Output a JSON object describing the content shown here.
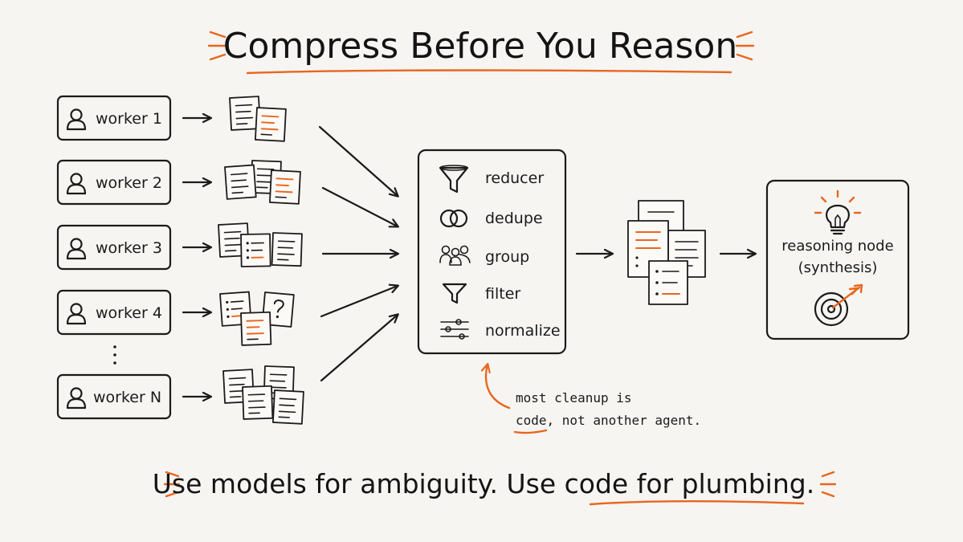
{
  "title": "Compress Before You Reason",
  "workers": [
    {
      "label": "worker 1"
    },
    {
      "label": "worker 2"
    },
    {
      "label": "worker 3"
    },
    {
      "label": "worker 4"
    },
    {
      "label": "worker N"
    }
  ],
  "reducer_ops": [
    {
      "label": "reducer",
      "icon": "funnel-icon"
    },
    {
      "label": "dedupe",
      "icon": "overlapping-circles-icon"
    },
    {
      "label": "group",
      "icon": "people-group-icon"
    },
    {
      "label": "filter",
      "icon": "filter-icon"
    },
    {
      "label": "normalize",
      "icon": "sliders-icon"
    }
  ],
  "reasoning_node": {
    "line1": "reasoning node",
    "line2": "(synthesis)"
  },
  "annotation": {
    "line1": "most cleanup is",
    "line2_emphasis": "code",
    "line2_rest": ", not another agent."
  },
  "motto": {
    "part1": "Use models for ambiguity. Use ",
    "part2_emphasis": "code for plumbing."
  },
  "colors": {
    "accent": "#e8661f",
    "ink": "#1b1b1b",
    "background": "#f6f5f2"
  }
}
